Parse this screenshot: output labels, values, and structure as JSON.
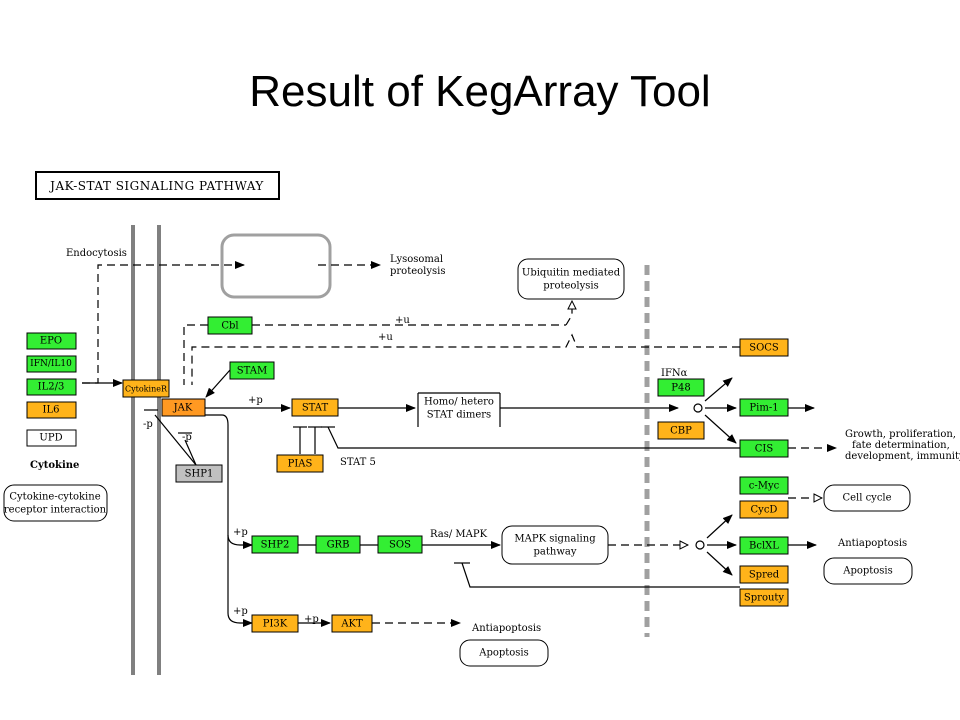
{
  "slide_title": "Result of KegArray Tool",
  "pathway_title": "JAK-STAT SIGNALING PATHWAY",
  "colors": {
    "green": "#33ee33",
    "orange": "#ffb31a",
    "gray": "#c0c0c0",
    "white": "#ffffff"
  },
  "cytokine_label": "Cytokine",
  "cytokines": [
    "EPO",
    "IFN/IL10",
    "IL2/3",
    "IL6",
    "UPD"
  ],
  "receptor_interaction": [
    "Cytokine-cytokine",
    "receptor interaction"
  ],
  "genes": {
    "cytokiner": "CytokineR",
    "jak": "JAK",
    "cbl": "Cbl",
    "stam": "STAM",
    "stat": "STAT",
    "pias": "PIAS",
    "shp1": "SHP1",
    "socs": "SOCS",
    "p48": "P48",
    "cbp": "CBP",
    "pim1": "Pim-1",
    "cis": "CIS",
    "cmyc": "c-Myc",
    "cycd": "CycD",
    "bclxl": "BclXL",
    "spred": "Spred",
    "sprouty": "Sprouty",
    "shp2": "SHP2",
    "grb": "GRB",
    "sos": "SOS",
    "pi3k": "PI3K",
    "akt": "AKT"
  },
  "labels": {
    "endocytosis": "Endocytosis",
    "lysosomal": [
      "Lysosomal",
      "proteolysis"
    ],
    "ubiquitin": [
      "Ubiquitin mediated",
      "proteolysis"
    ],
    "plus_u_1": "+u",
    "plus_u_2": "+u",
    "plus_p_jak": "+p",
    "minus_p_1": "-p",
    "minus_p_2": "-p",
    "homo_hetero": [
      "Homo/ hetero",
      "STAT dimers"
    ],
    "ifna": "IFNα",
    "stat5": "STAT 5",
    "growth": [
      "Growth, proliferation,",
      "fate determination,",
      "development, immunity"
    ],
    "cell_cycle": "Cell cycle",
    "antiapoptosis_1": "Antiapoptosis",
    "apoptosis_1": "Apoptosis",
    "plus_p_shp2": "+p",
    "ras_mapk": "Ras/ MAPK",
    "mapk_signaling": [
      "MAPK signaling",
      "pathway"
    ],
    "plus_p_pi3k": "+p",
    "plus_p_akt": "+p",
    "antiapoptosis_2": "Antiapoptosis",
    "apoptosis_2": "Apoptosis"
  }
}
